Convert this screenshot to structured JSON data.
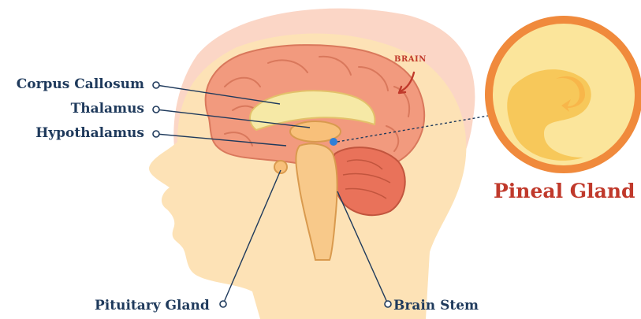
{
  "labels": {
    "corpus_callosum": "Corpus Callosum",
    "thalamus": "Thalamus",
    "hypothalamus": "Hypothalamus",
    "pituitary_gland": "Pituitary Gland",
    "brain_stem": "Brain Stem",
    "brain": "BRAIN",
    "pineal_gland": "Pineal Gland"
  },
  "colors": {
    "label_text": "#1f3a5c",
    "accent_red": "#c0392b",
    "head_silhouette": "#fde3b3",
    "hair_silhouette": "#fbd0c0",
    "brain_outer": "#f29a7e",
    "brain_inner": "#f8c07a",
    "corpus_callosum": "#f6e9a6",
    "pineal_ring": "#f08a3c",
    "pineal_fill": "#fbe59b",
    "pineal_highlight": "#f6c453",
    "pineal_point": "#2f7fd8"
  }
}
